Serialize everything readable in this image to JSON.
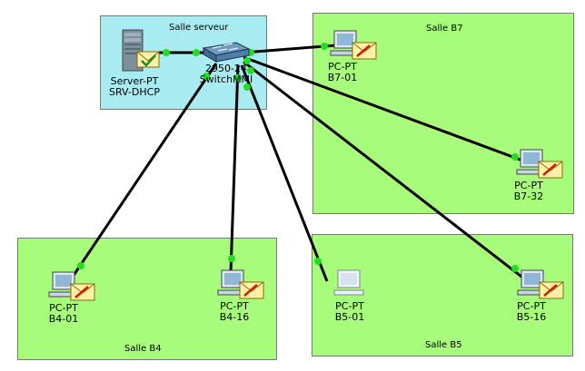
{
  "rooms": {
    "server": {
      "label": "Salle serveur",
      "color": "#a8ecf2"
    },
    "b7": {
      "label": "Salle B7",
      "color": "#a8fc7c"
    },
    "b4": {
      "label": "Salle B4",
      "color": "#a8fc7c"
    },
    "b5": {
      "label": "Salle B5",
      "color": "#a8fc7c"
    }
  },
  "devices": {
    "server": {
      "type": "Server-PT",
      "name": "SRV-DHCP",
      "icon": "server-icon"
    },
    "switch": {
      "type": "2950-24",
      "name": "SwitchMMI",
      "icon": "switch-icon"
    },
    "pc_b7_01": {
      "type": "PC-PT",
      "name": "B7-01",
      "icon": "pc-icon"
    },
    "pc_b7_32": {
      "type": "PC-PT",
      "name": "B7-32",
      "icon": "pc-icon"
    },
    "pc_b4_01": {
      "type": "PC-PT",
      "name": "B4-01",
      "icon": "pc-icon"
    },
    "pc_b4_16": {
      "type": "PC-PT",
      "name": "B4-16",
      "icon": "pc-icon"
    },
    "pc_b5_01": {
      "type": "PC-PT",
      "name": "B5-01",
      "icon": "pc-icon"
    },
    "pc_b5_16": {
      "type": "PC-PT",
      "name": "B5-16",
      "icon": "pc-icon"
    }
  },
  "colors": {
    "link": "#000000",
    "port_up": "#22dd22",
    "envelope": "#fff2a8",
    "envelope_fail_mark": "#cc2200",
    "envelope_ok_mark": "#228822"
  }
}
